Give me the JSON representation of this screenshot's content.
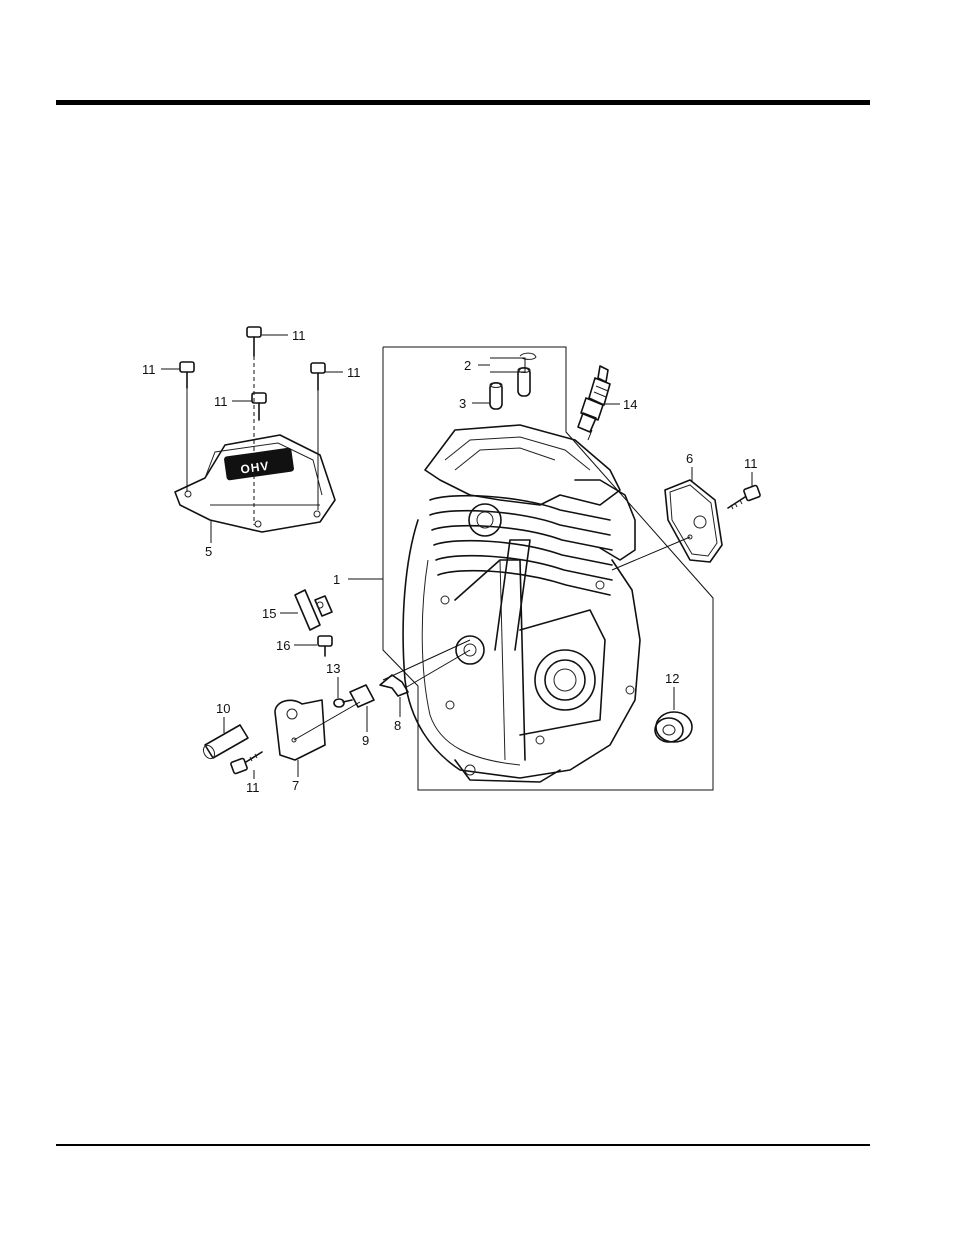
{
  "colors": {
    "ink": "#111111",
    "paper": "#ffffff"
  },
  "callouts": [
    {
      "id": "1",
      "label": "1"
    },
    {
      "id": "2",
      "label": "2"
    },
    {
      "id": "3",
      "label": "3"
    },
    {
      "id": "5",
      "label": "5"
    },
    {
      "id": "6",
      "label": "6"
    },
    {
      "id": "7",
      "label": "7"
    },
    {
      "id": "8",
      "label": "8"
    },
    {
      "id": "9",
      "label": "9"
    },
    {
      "id": "10",
      "label": "10"
    },
    {
      "id": "11a",
      "label": "11"
    },
    {
      "id": "11b",
      "label": "11"
    },
    {
      "id": "11c",
      "label": "11"
    },
    {
      "id": "11d",
      "label": "11"
    },
    {
      "id": "11e",
      "label": "11"
    },
    {
      "id": "11f",
      "label": "11"
    },
    {
      "id": "12",
      "label": "12"
    },
    {
      "id": "13",
      "label": "13"
    },
    {
      "id": "14",
      "label": "14"
    },
    {
      "id": "15",
      "label": "15"
    },
    {
      "id": "16",
      "label": "16"
    }
  ],
  "cover_logo": "OHV"
}
